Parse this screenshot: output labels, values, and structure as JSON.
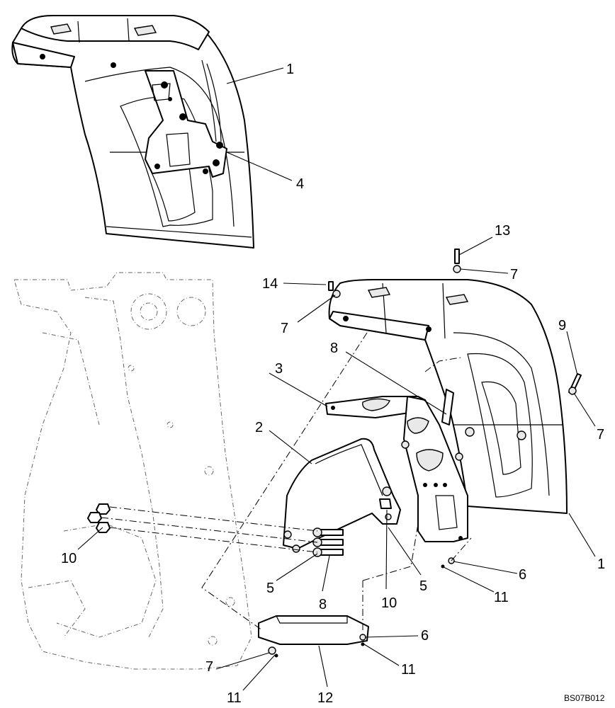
{
  "diagram_code": "BS07B012",
  "callouts": {
    "fender_top": "1",
    "fender_right": "1",
    "bracket_2": "2",
    "bracket_3": "3",
    "bracket_4": "4",
    "washer_5_left": "5",
    "washer_5_right": "5",
    "nut_6_upper": "6",
    "nut_6_lower": "6",
    "washer_7_top": "7",
    "washer_7_mid": "7",
    "washer_7_right": "7",
    "washer_7_bottom": "7",
    "bolt_8_upper": "8",
    "bolt_8_lower": "8",
    "pin_9": "9",
    "nut_10_left": "10",
    "nut_10_mid": "10",
    "part_11_a": "11",
    "part_11_b": "11",
    "part_11_c": "11",
    "plate_12": "12",
    "screw_13": "13",
    "screw_14": "14"
  }
}
